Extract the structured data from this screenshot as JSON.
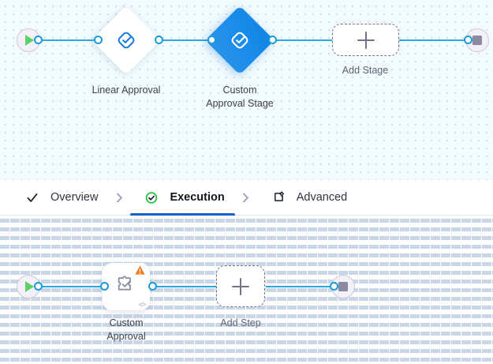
{
  "colors": {
    "wire": "#2ca8e0",
    "port_stroke": "#1b9bd8",
    "active_stage_blue": "#1184e3",
    "tab_underline": "#1164c9",
    "check_green": "#22c03c",
    "warning_orange": "#f07c20",
    "play_green": "#5fd06a",
    "stop_gray": "#8b8aa0",
    "stage_canvas_bg": "#f2fbfd",
    "step_canvas_bg": "#ffffff",
    "label_text": "#3d4250"
  },
  "stage_canvas": {
    "name": "stage-flow-canvas",
    "start_node": {
      "icon": "play-icon",
      "title": "Start"
    },
    "end_node": {
      "icon": "stop-icon",
      "title": "End"
    },
    "stages": [
      {
        "id": "linear-approval",
        "label": "Linear Approval",
        "icon": "approval-diamond-icon",
        "state": "default"
      },
      {
        "id": "custom-approval-stage",
        "label": "Custom\nApproval Stage",
        "icon": "approval-diamond-icon",
        "state": "selected"
      }
    ],
    "add_stage": {
      "label": "Add Stage",
      "icon": "plus-icon"
    }
  },
  "tabs": {
    "items": [
      {
        "id": "overview",
        "label": "Overview",
        "icon": "check-icon",
        "active": false
      },
      {
        "id": "execution",
        "label": "Execution",
        "icon": "check-circle-icon",
        "active": true
      },
      {
        "id": "advanced",
        "label": "Advanced",
        "icon": "settings-square-icon",
        "active": false
      }
    ],
    "separator_icon": "chevron-right-icon"
  },
  "step_canvas": {
    "name": "step-flow-canvas",
    "start_node": {
      "icon": "play-icon",
      "title": "Start"
    },
    "end_node": {
      "icon": "stop-icon",
      "title": "End"
    },
    "steps": [
      {
        "id": "custom-approval",
        "label": "Custom\nApproval",
        "icon": "puzzle-check-icon",
        "badges": {
          "warning": "warning-triangle-icon",
          "code": "</>"
        }
      }
    ],
    "add_step": {
      "label": "Add Step",
      "icon": "plus-icon"
    }
  }
}
